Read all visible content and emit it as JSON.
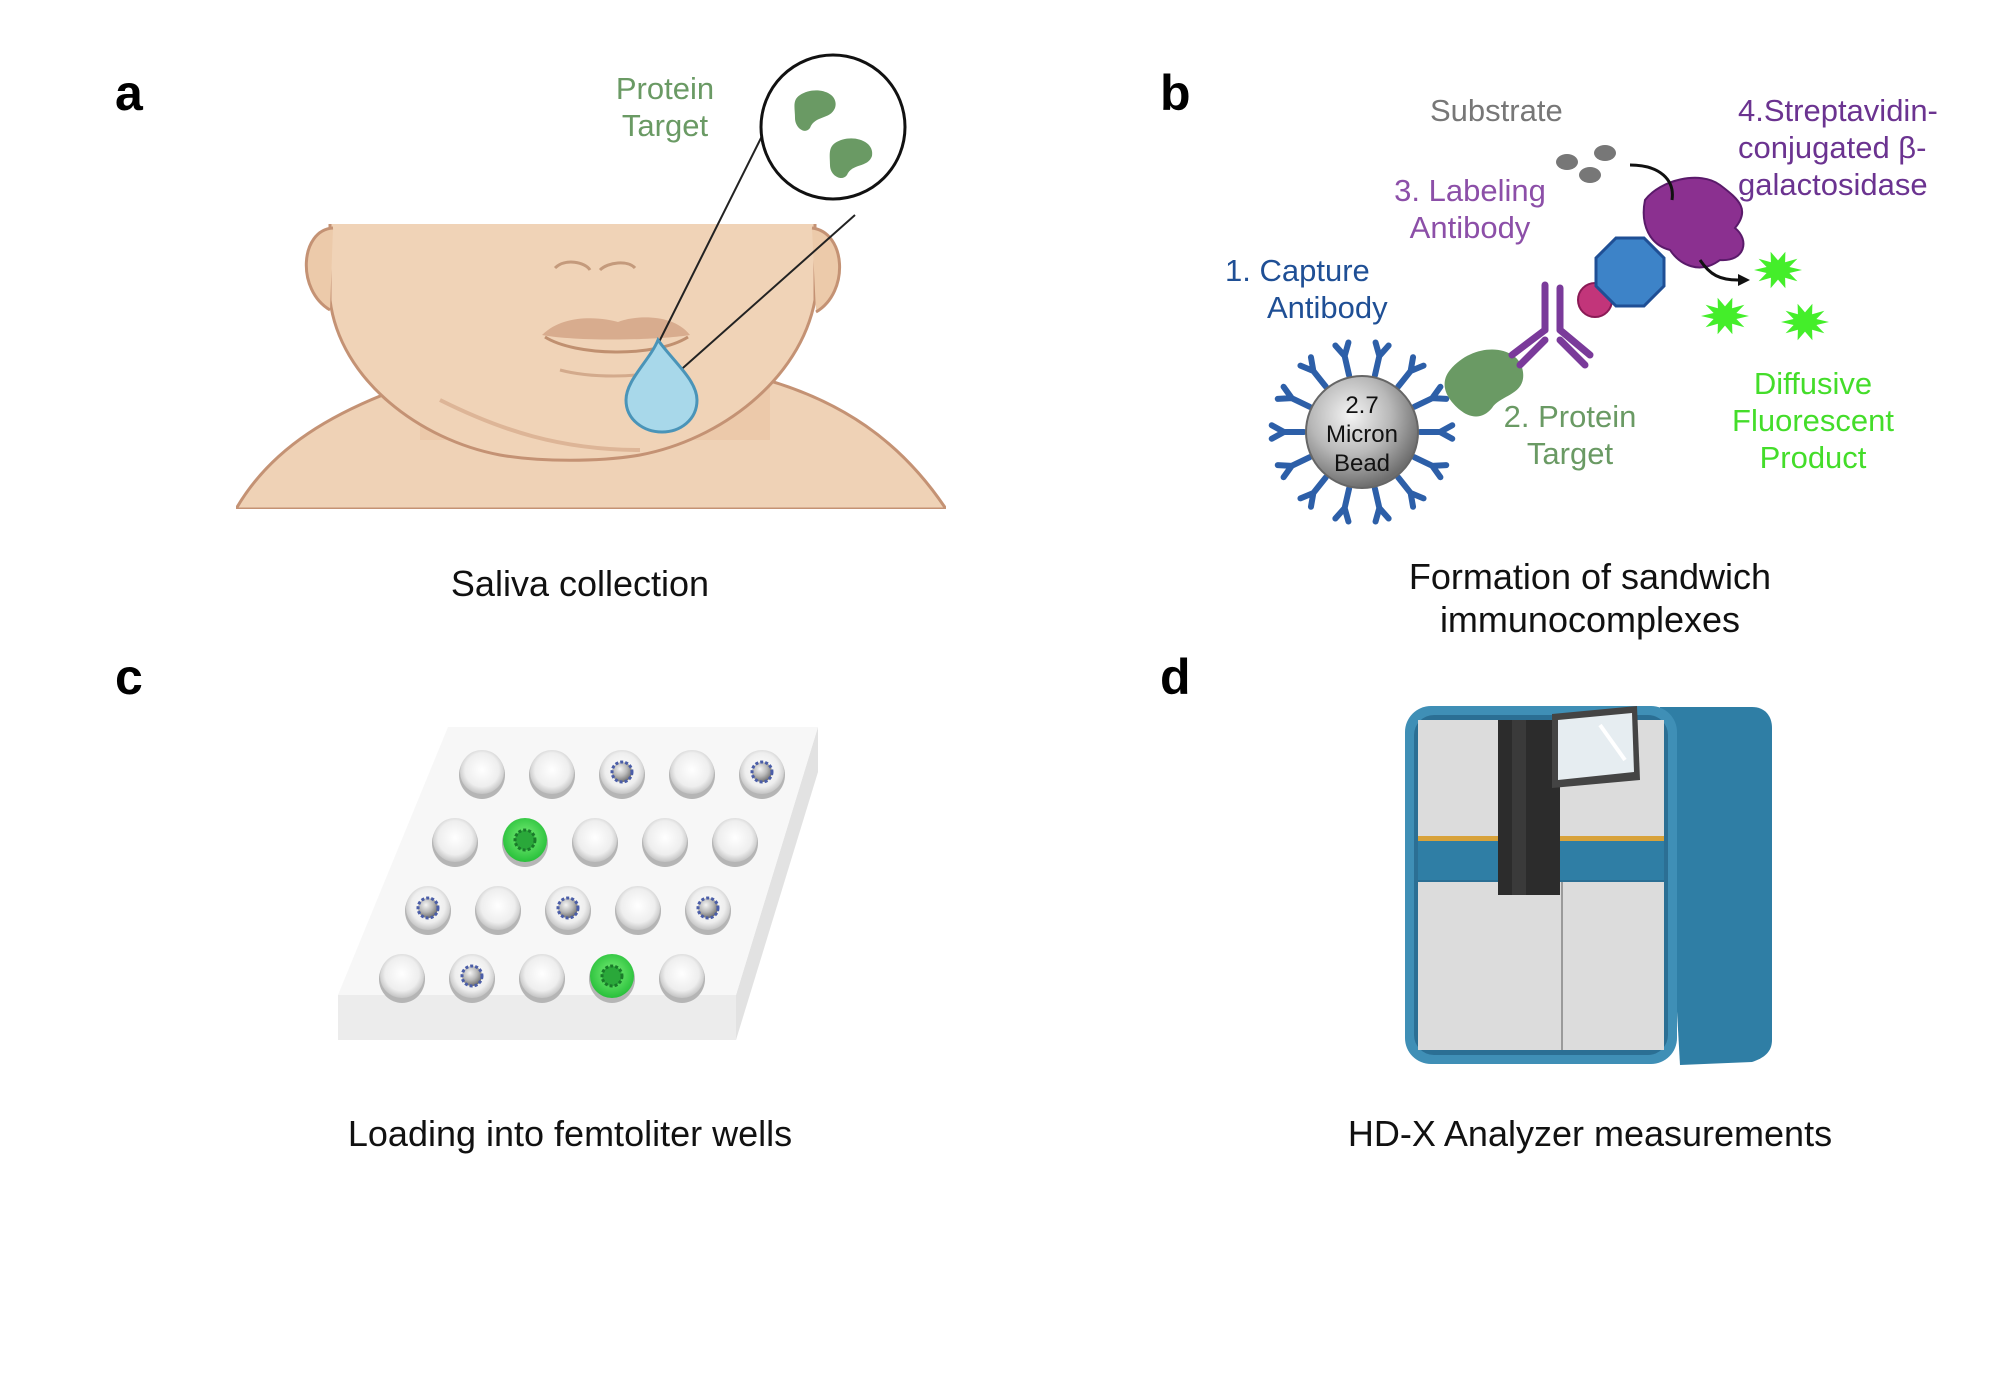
{
  "colors": {
    "protein_green": "#6a9a64",
    "capture_blue": "#1f4f95",
    "labeling_purple": "#8c4fa8",
    "streptavidin_purple": "#6b3390",
    "substrate_gray": "#777777",
    "fluorescent_green": "#44dd2a",
    "skin": "#efd2b6",
    "analyzer_teal": "#2f7ea5"
  },
  "panels": {
    "a": {
      "letter": "a",
      "caption": "Saliva collection",
      "inset_label_line1": "Protein",
      "inset_label_line2": "Target"
    },
    "b": {
      "letter": "b",
      "caption_line1": "Formation of sandwich",
      "caption_line2": "immunocomplexes",
      "substrate": "Substrate",
      "labeling_line1": "3. Labeling",
      "labeling_line2": "Antibody",
      "streptavidin_line1": "4.Streptavidin-",
      "streptavidin_line2": "conjugated β-",
      "streptavidin_line3": "galactosidase",
      "capture_line1": "1.  Capture",
      "capture_line2": "Antibody",
      "protein_line1": "2. Protein",
      "protein_line2": "Target",
      "product_line1": "Diffusive",
      "product_line2": "Fluorescent",
      "product_line3": "Product",
      "bead_line1": "2.7",
      "bead_line2": "Micron",
      "bead_line3": "Bead"
    },
    "c": {
      "letter": "c",
      "caption": "Loading into femtoliter wells"
    },
    "d": {
      "letter": "d",
      "caption": "HD-X Analyzer measurements"
    }
  }
}
